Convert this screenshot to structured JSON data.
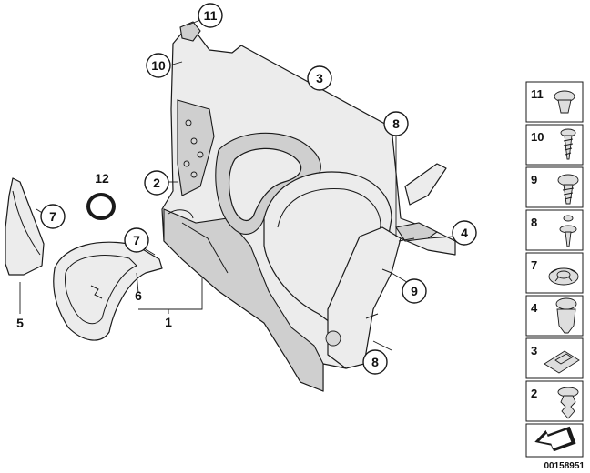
{
  "diagram": {
    "callouts": [
      {
        "label": "11"
      },
      {
        "label": "10"
      },
      {
        "label": "3"
      },
      {
        "label": "8"
      },
      {
        "label": "12"
      },
      {
        "label": "2"
      },
      {
        "label": "7"
      },
      {
        "label": "7"
      },
      {
        "label": "4"
      },
      {
        "label": "9"
      },
      {
        "label": "8"
      }
    ],
    "plain_labels": [
      {
        "label": "5"
      },
      {
        "label": "6"
      },
      {
        "label": "1"
      }
    ]
  },
  "legend": {
    "items": [
      {
        "number": "11",
        "icon": "push-clip-icon"
      },
      {
        "number": "10",
        "icon": "screw-icon"
      },
      {
        "number": "9",
        "icon": "collar-screw-icon"
      },
      {
        "number": "8",
        "icon": "washer-screw-icon"
      },
      {
        "number": "7",
        "icon": "grommet-icon"
      },
      {
        "number": "4",
        "icon": "expanding-rivet-icon"
      },
      {
        "number": "3",
        "icon": "clip-nut-icon"
      },
      {
        "number": "2",
        "icon": "fir-tree-clip-icon"
      }
    ],
    "arrow_icon": "navigation-arrow-icon"
  },
  "footer": {
    "reference_number": "00158951"
  }
}
